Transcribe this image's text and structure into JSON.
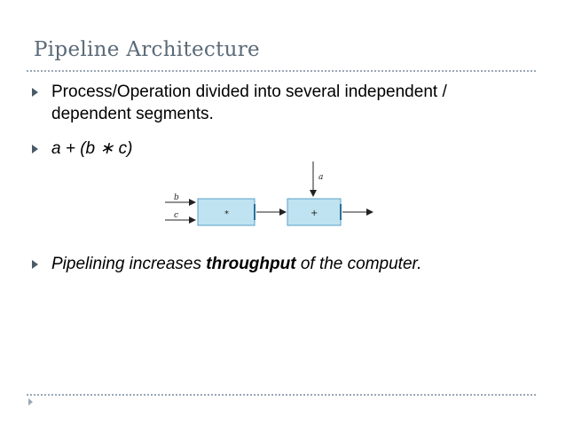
{
  "slide": {
    "title": "Pipeline Architecture",
    "bullets": [
      {
        "line1": "Process/Operation divided into several independent /",
        "line2": "dependent segments."
      },
      {
        "text": "a + (b ∗ c)"
      },
      {
        "before": "Pipelining increases ",
        "bold": "throughput",
        "after": " of the computer."
      }
    ]
  },
  "diagram": {
    "input_b": "b",
    "input_c": "c",
    "input_a": "a",
    "box1_op": "*",
    "box2_op": "+",
    "box_fill": "#bfe3f1",
    "box_stroke": "#5aa0c8"
  }
}
